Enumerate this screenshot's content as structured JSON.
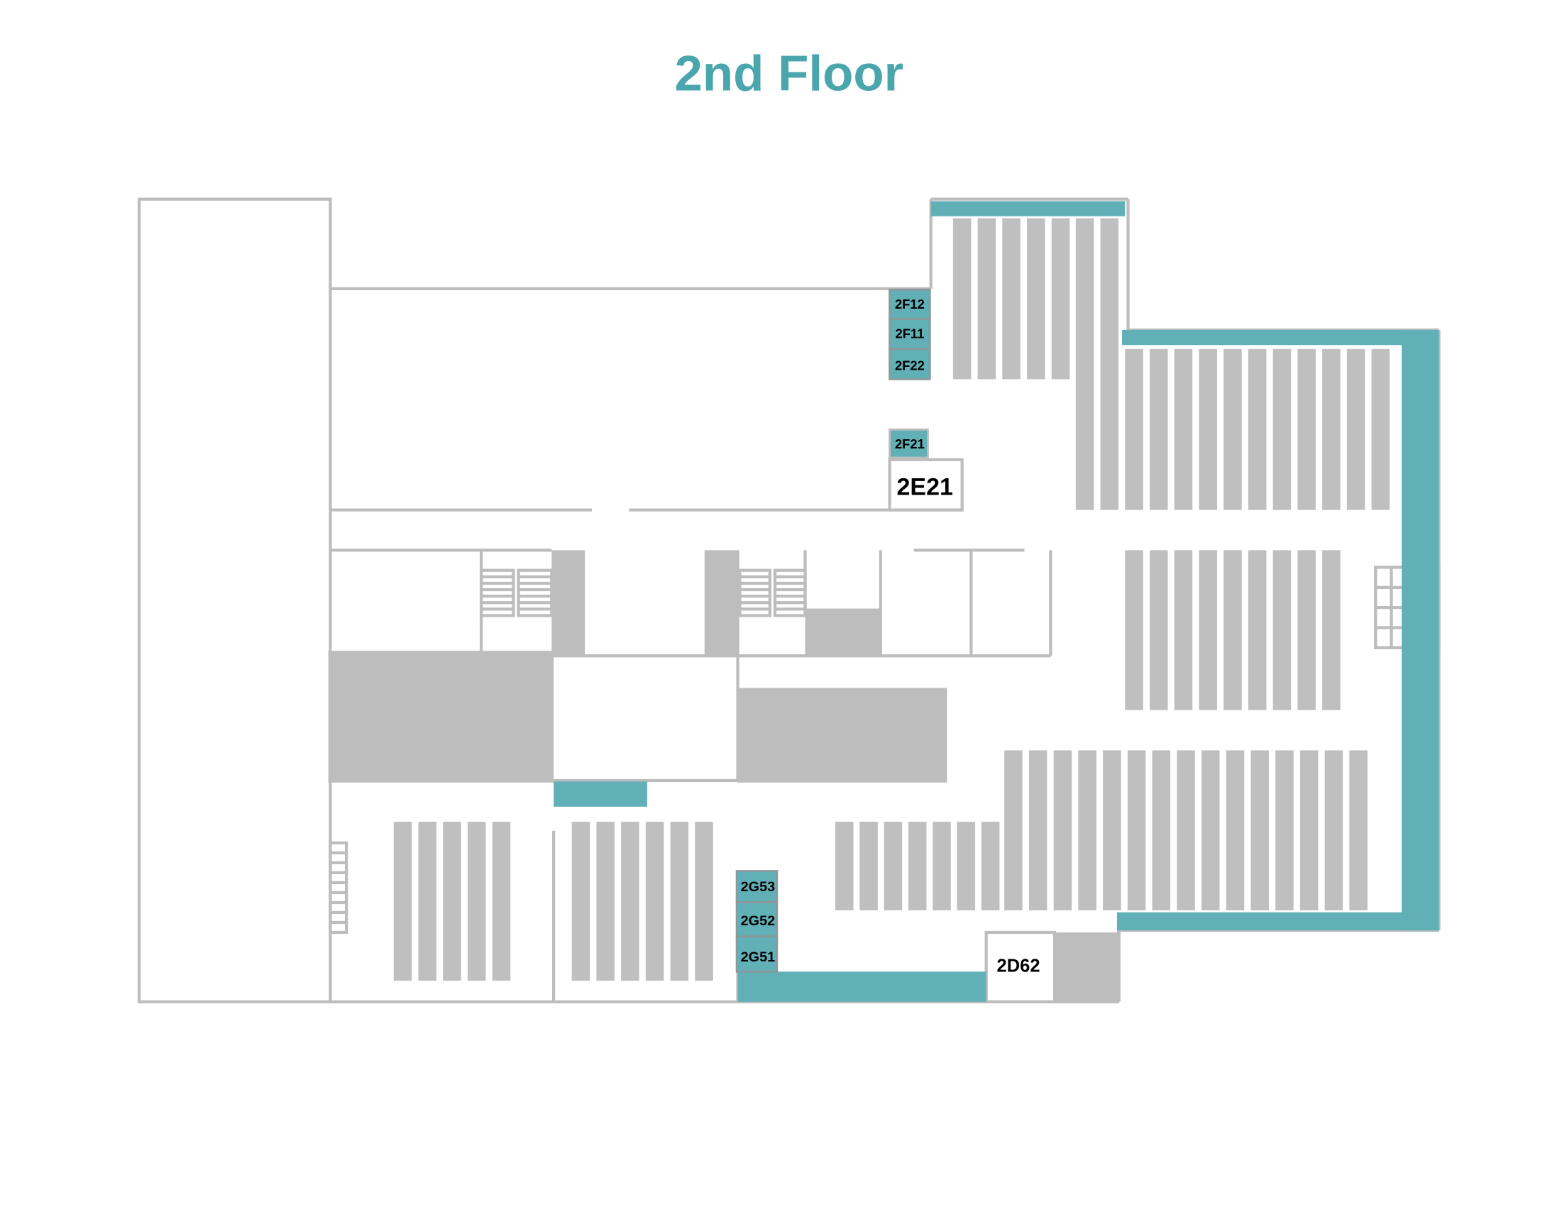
{
  "title": "2nd Floor",
  "colors": {
    "accent": "#4aa6ad",
    "highlight": "#62b0b7",
    "shelf": "#bfbfbf",
    "wall": "#bdbdbd"
  },
  "rooms": {
    "r2F12": "2F12",
    "r2F11": "2F11",
    "r2F22": "2F22",
    "r2F21": "2F21",
    "r2E21": "2E21",
    "r2G53": "2G53",
    "r2G52": "2G52",
    "r2G51": "2G51",
    "r2D62": "2D62"
  }
}
